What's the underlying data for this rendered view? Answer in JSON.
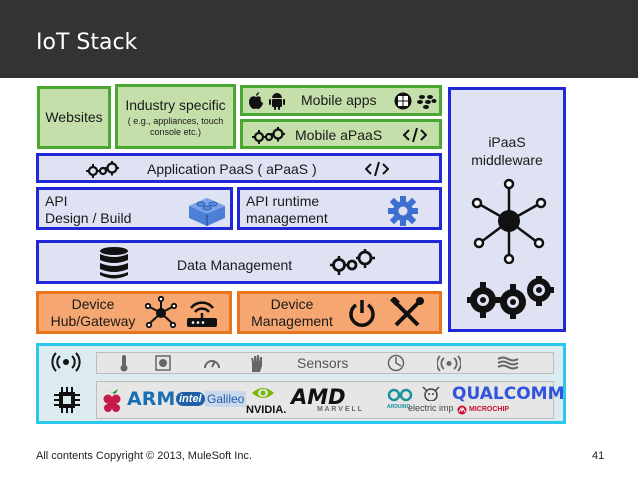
{
  "header": {
    "title": "IoT Stack"
  },
  "layers": {
    "websites": "Websites",
    "industry": {
      "title": "Industry specific",
      "subtitle_line1": "( e.g., appliances, touch",
      "subtitle_line2": "console etc.)"
    },
    "mobile_apps": "Mobile apps",
    "mobile_apaas": "Mobile aPaaS",
    "app_paas": "Application PaaS ( aPaaS )",
    "api_design_line1": "API",
    "api_design_line2": "Design / Build",
    "api_runtime_line1": "API runtime",
    "api_runtime_line2": "management",
    "data_mgmt": "Data Management",
    "device_hub_line1": "Device",
    "device_hub_line2": "Hub/Gateway",
    "device_mgmt_line1": "Device",
    "device_mgmt_line2": "Management",
    "ipaas_line1": "iPaaS",
    "ipaas_line2": "middleware",
    "sensors": "Sensors"
  },
  "vendors": {
    "arm": "ARM",
    "intel": "intel",
    "galileo": "Galileo",
    "nvidia": "NVIDIA.",
    "amd": "AMD",
    "marvell": "M A R V E L L",
    "arduino": "ARDUINO",
    "electric_imp": "electric imp",
    "qualcomm": "QUALCOMM",
    "microchip": "MICROCHIP"
  },
  "footer": {
    "copyright": "All contents Copyright © 2013, MuleSoft Inc.",
    "page": "41"
  },
  "colors": {
    "header_bg": "#333333",
    "green": "#4aa832",
    "blue": "#2027d6",
    "orange": "#e8741c",
    "cyan": "#2ac8ec"
  },
  "icons": [
    "apple-icon",
    "android-icon",
    "windows-icon",
    "blackberry-icon",
    "gears-icon",
    "code-icon",
    "lego-block-icon",
    "gear-icon",
    "database-icon",
    "network-hub-icon",
    "router-icon",
    "power-icon",
    "tools-icon",
    "wireless-icon",
    "thermometer-icon",
    "image-sensor-icon",
    "gauge-icon",
    "hand-icon",
    "motion-icon",
    "signal-icon",
    "wave-icon",
    "chip-icon",
    "raspberry-pi-icon"
  ]
}
